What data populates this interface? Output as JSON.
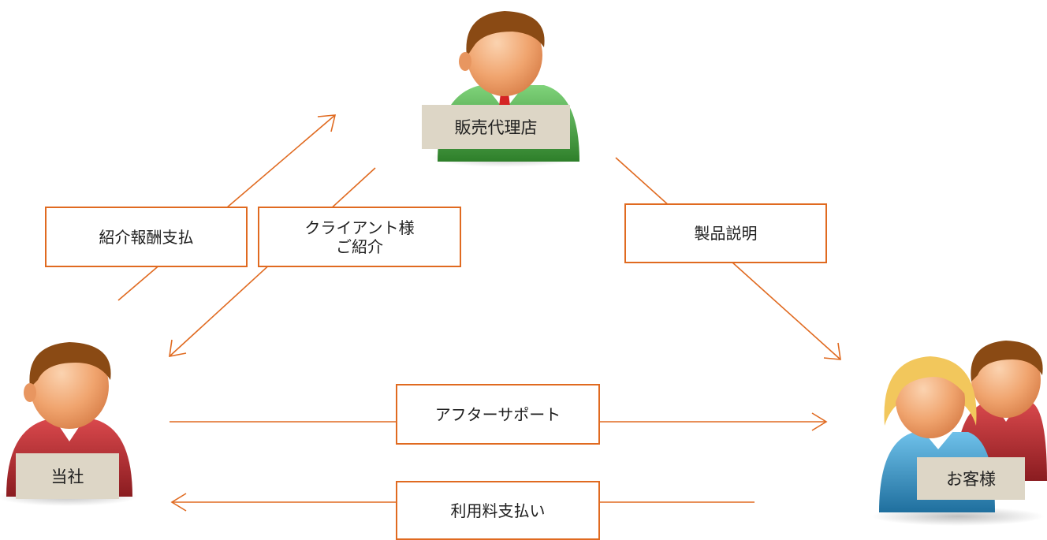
{
  "actors": {
    "agent": {
      "label": "販売代理店",
      "icon": "business-person-green-vest-icon"
    },
    "company": {
      "label": "当社",
      "icon": "person-red-sweater-icon"
    },
    "customer": {
      "label": "お客様",
      "icon": "customers-pair-icon"
    }
  },
  "flows": {
    "referral_fee": {
      "label": "紹介報酬支払",
      "from": "company",
      "to": "agent"
    },
    "client_intro": {
      "line1": "クライアント様",
      "line2": "ご紹介",
      "from": "agent",
      "to": "company"
    },
    "product_explanation": {
      "label": "製品説明",
      "from": "agent",
      "to": "customer"
    },
    "after_support": {
      "label": "アフターサポート",
      "from": "company",
      "to": "customer"
    },
    "usage_fee": {
      "label": "利用料支払い",
      "from": "customer",
      "to": "company"
    }
  },
  "colors": {
    "arrow": "#e06a20",
    "tag_bg": "#ddd6c6",
    "skin": "#f0a46e",
    "hair": "#8a4a14",
    "green_vest": "#3f9e3a",
    "red_sweater": "#b0282c",
    "blue_top": "#2f8fc4",
    "blonde_hair": "#f2c75c"
  }
}
